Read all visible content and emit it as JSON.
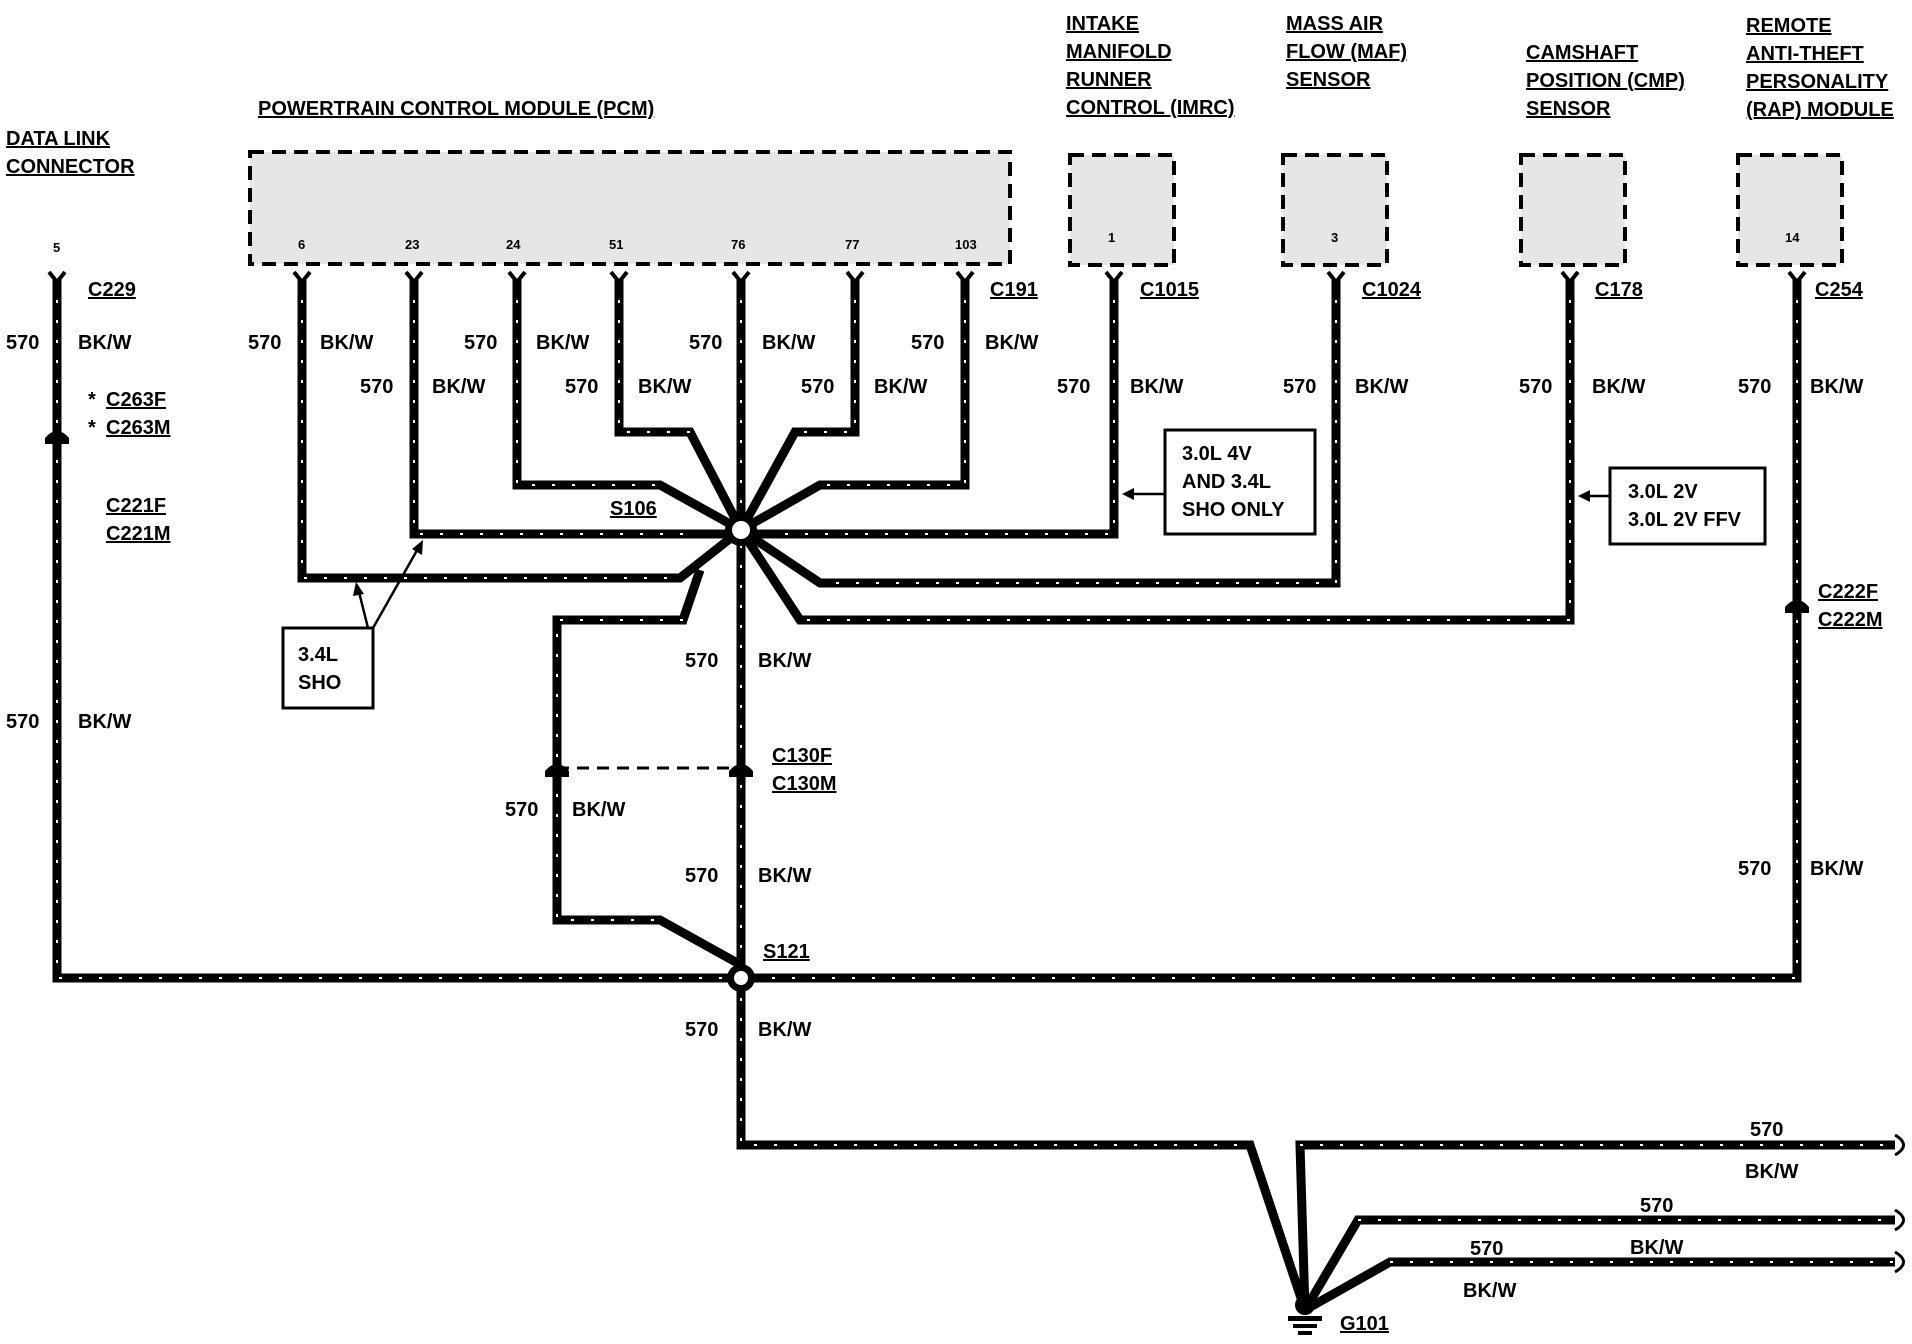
{
  "components": {
    "dlc": {
      "title": [
        "DATA LINK",
        "CONNECTOR"
      ],
      "pin": "5",
      "connector": "C229"
    },
    "pcm": {
      "title": "POWERTRAIN CONTROL MODULE (PCM)",
      "pins": [
        "6",
        "23",
        "24",
        "51",
        "76",
        "77",
        "103"
      ],
      "connector": "C191"
    },
    "imrc": {
      "title": [
        "INTAKE",
        "MANIFOLD",
        "RUNNER",
        "CONTROL (IMRC)"
      ],
      "pin": "1",
      "connector": "C1015"
    },
    "maf": {
      "title": [
        "MASS AIR",
        "FLOW (MAF)",
        "SENSOR"
      ],
      "pin": "3",
      "connector": "C1024"
    },
    "cmp": {
      "title": [
        "CAMSHAFT",
        "POSITION (CMP)",
        "SENSOR"
      ],
      "pin": "",
      "connector": "C178"
    },
    "rap": {
      "title": [
        "REMOTE",
        "ANTI-THEFT",
        "PERSONALITY",
        "(RAP) MODULE"
      ],
      "pin": "14",
      "connector": "C254"
    }
  },
  "connectors": {
    "c263": [
      "C263F",
      "C263M"
    ],
    "c263_marker": "*",
    "c221": [
      "C221F",
      "C221M"
    ],
    "c222": [
      "C222F",
      "C222M"
    ],
    "c130": [
      "C130F",
      "C130M"
    ]
  },
  "splices": {
    "s106": "S106",
    "s121": "S121"
  },
  "ground": "G101",
  "wire": {
    "circuit": "570",
    "color": "BK/W"
  },
  "notes": {
    "imrc_note": [
      "3.0L 4V",
      "AND 3.4L",
      "SHO ONLY"
    ],
    "cmp_note": [
      "3.0L 2V",
      "3.0L 2V FFV"
    ],
    "sho_note": [
      "3.4L",
      "SHO"
    ]
  }
}
